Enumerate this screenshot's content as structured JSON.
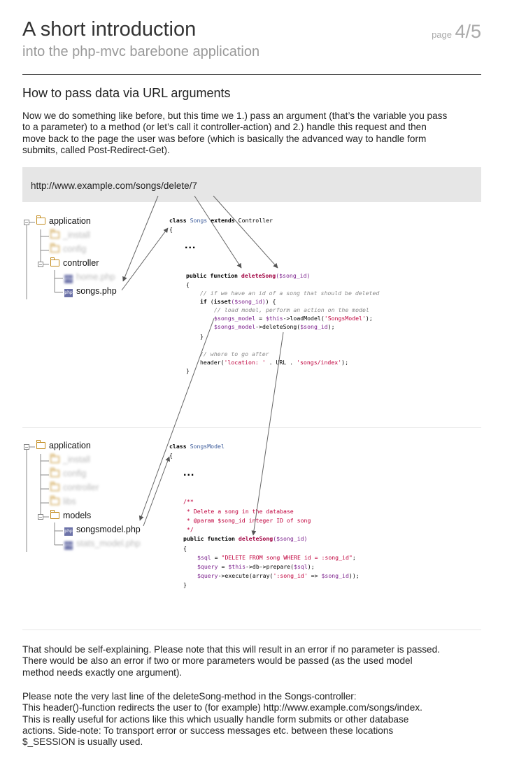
{
  "header": {
    "title": "A short introduction",
    "subtitle": "into the php-mvc barebone application",
    "page_label": "page",
    "page_number": "4/5"
  },
  "section": {
    "heading": "How to pass data via URL arguments",
    "intro_lines": [
      "Now we do something like before, but this time we 1.) pass an argument (that’s the variable you pass",
      "to a parameter) to a method (or let’s call it controller-action) and 2.) handle this request and then",
      "move back to the page the user was before (which is basically the advanced way to handle form",
      "submits, called Post-Redirect-Get)."
    ],
    "url": "http://www.example.com/songs/delete/7"
  },
  "tree1": {
    "root": "application",
    "blurred": [
      "_install",
      "config"
    ],
    "controller": "controller",
    "blurred_file": "home.php",
    "file": "songs.php"
  },
  "tree2": {
    "root": "application",
    "blurred": [
      "_install",
      "config",
      "controller",
      "libs"
    ],
    "models": "models",
    "file": "songsmodel.php",
    "blurred_file": "stats_model.php"
  },
  "code1": {
    "line1_kw": "class",
    "line1_cls": "Songs",
    "line1_ext": "extends",
    "line1_parent": "Controller",
    "open": "{",
    "ellipsis": "...",
    "fn_kw": "public function",
    "fn_name": "deleteSong",
    "fn_param": "($song_id)",
    "brace": "{",
    "c1": "// if we have an id of a song that should be deleted",
    "if_line_kw": "if",
    "if_line_a": " (",
    "if_line_fn": "isset",
    "if_line_var": "($song_id)",
    "if_line_end": ") {",
    "c2": "// load model, perform an action on the model",
    "m1_var": "$songs_model",
    "m1_eq": " = ",
    "m1_this": "$this",
    "m1_call": "->loadModel(",
    "m1_str": "'SongsModel'",
    "m1_end": ");",
    "m2_var": "$songs_model",
    "m2_call": "->deleteSong(",
    "m2_arg": "$song_id",
    "m2_end": ");",
    "close_inner": "}",
    "c3": "// where to go after",
    "hdr_fn": "header(",
    "hdr_s1": "'location: '",
    "hdr_mid": " . URL . ",
    "hdr_s2": "'songs/index'",
    "hdr_end": ");",
    "close_fn": "}"
  },
  "code2": {
    "line1_kw": "class",
    "line1_cls": "SongsModel",
    "open": "{",
    "ellipsis": "...",
    "doc1": "/**",
    "doc2": " * Delete a song in the database",
    "doc3": " * @param $song_id integer ID of song",
    "doc4": " */",
    "fn_kw": "public function",
    "fn_name": "deleteSong",
    "fn_param": "($song_id)",
    "brace": "{",
    "sql_var": "$sql",
    "sql_eq": " = ",
    "sql_str": "\"DELETE FROM song WHERE id = :song_id\"",
    "sql_end": ";",
    "q_var": "$query",
    "q_this": "$this",
    "q_call": "->db->prepare(",
    "q_arg": "$sql",
    "q_end": ");",
    "e_var": "$query",
    "e_call": "->execute(array(",
    "e_key": "':song_id'",
    "e_arrow": " => ",
    "e_val": "$song_id",
    "e_end": "));",
    "close_fn": "}"
  },
  "footer": {
    "p1_lines": [
      "That should be self-explaining. Please note that this will result in an error if no parameter is passed.",
      "There would be also an error if two or more parameters would be passed (as the used model",
      "method needs exactly one argument)."
    ],
    "p2_lines": [
      "Please note the very last line of the deleteSong-method in the Songs-controller:",
      "This header()-function redirects the user to (for example) http://www.example.com/songs/index.",
      "This is really useful for actions like this which usually handle form submits or other database",
      "actions. Side-note: To transport error or success messages etc. between these locations",
      "$_SESSION is usually used."
    ]
  }
}
